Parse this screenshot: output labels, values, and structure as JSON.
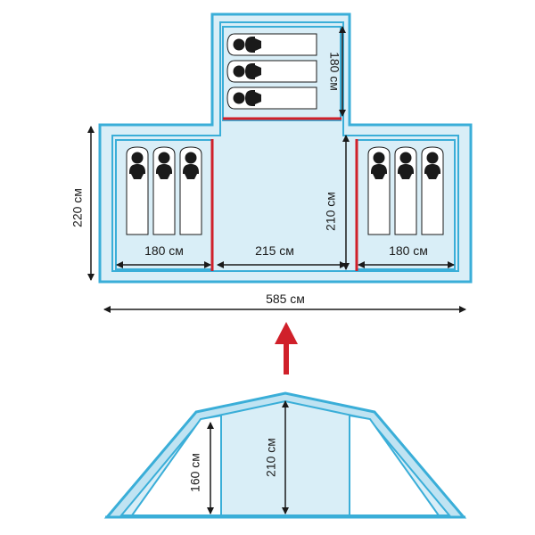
{
  "colors": {
    "outline": "#3aaed8",
    "fill_light": "#d9eef7",
    "fill_mid": "#bfe3f2",
    "wall_red": "#d0202a",
    "arrow_red": "#d0202a",
    "ink": "#1a1a1a",
    "pad": "#ffffff"
  },
  "plan": {
    "top_room_depth": "180 см",
    "left_room_width": "180 см",
    "center_width": "215 см",
    "right_room_width": "180 см",
    "center_depth": "210 см",
    "side_height": "220 см",
    "total_width": "585 см"
  },
  "profile": {
    "side_height": "160 см",
    "center_height": "210 см"
  },
  "icons": {
    "sleeper": "person-silhouette-icon",
    "direction": "up-arrow-icon"
  }
}
